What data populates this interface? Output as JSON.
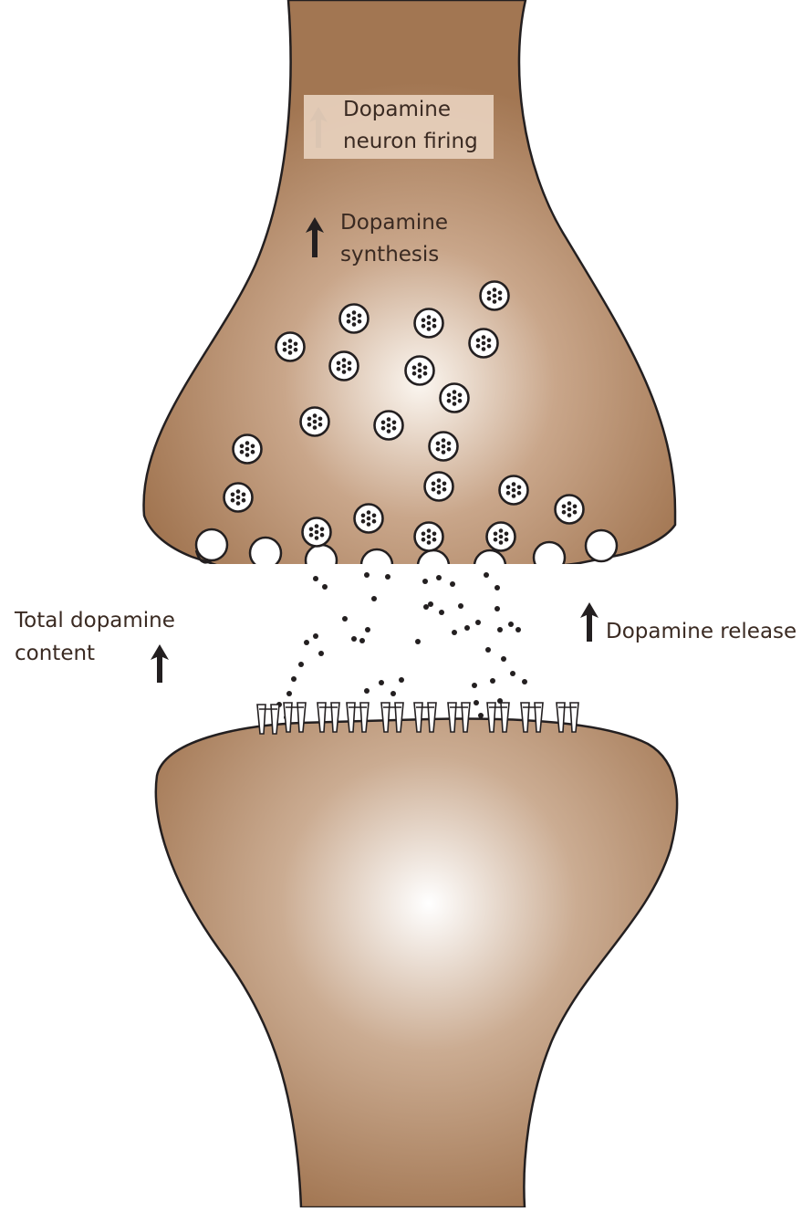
{
  "colors": {
    "membrane": "#a27652",
    "highlight": "#fbf6f0",
    "outline": "#231f20",
    "text": "#3a2a22",
    "label_box": "#e6cfbb"
  },
  "labels": {
    "firing": {
      "line1": "Dopamine",
      "line2": "neuron firing",
      "direction": "up"
    },
    "synthesis": {
      "line1": "Dopamine",
      "line2": "synthesis",
      "direction": "up"
    },
    "content": {
      "line1": "Total dopamine",
      "line2": "content",
      "direction": "up"
    },
    "release": {
      "line1": "Dopamine release",
      "direction": "up"
    }
  },
  "icons": [
    "up-arrow-icon",
    "vesicle-icon",
    "receptor-icon",
    "dopamine-molecule-icon"
  ]
}
